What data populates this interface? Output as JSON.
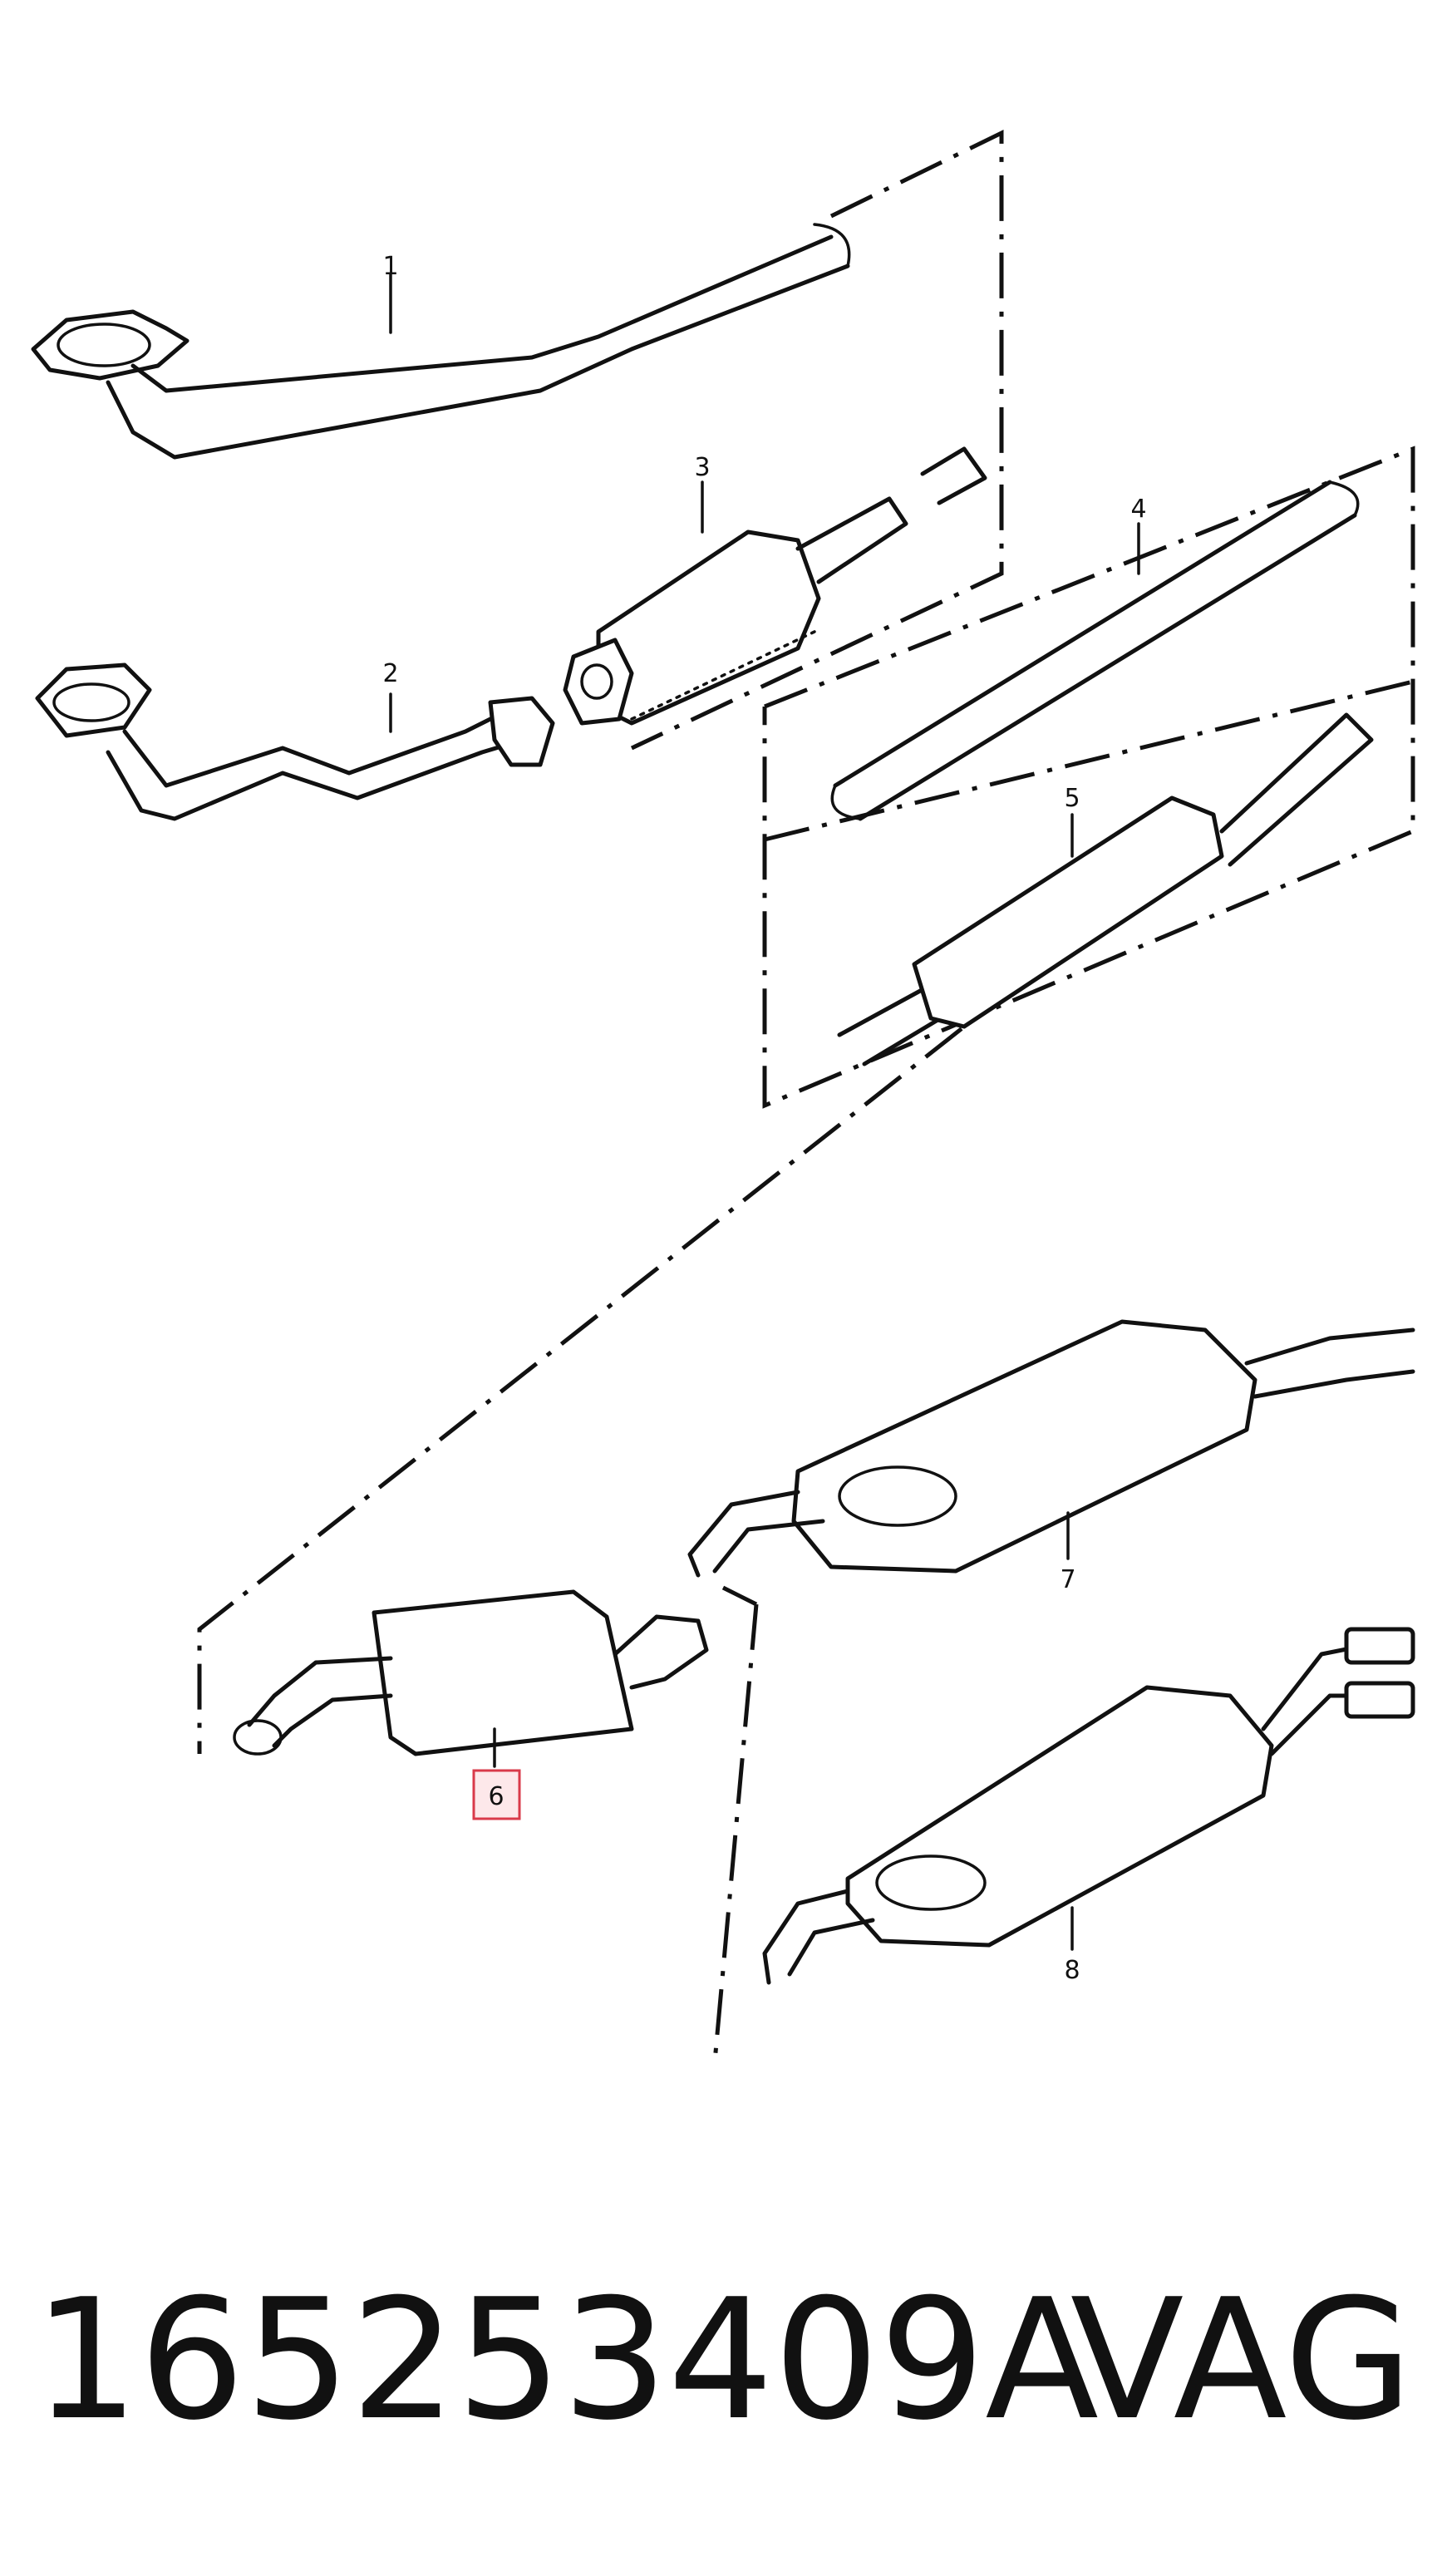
{
  "diagram": {
    "callouts": [
      {
        "id": "1",
        "label": "1"
      },
      {
        "id": "2",
        "label": "2"
      },
      {
        "id": "3",
        "label": "3"
      },
      {
        "id": "4",
        "label": "4"
      },
      {
        "id": "5",
        "label": "5"
      },
      {
        "id": "6",
        "label": "6",
        "highlighted": true
      },
      {
        "id": "7",
        "label": "7"
      },
      {
        "id": "8",
        "label": "8"
      }
    ],
    "highlight_color": "#d93a4a"
  },
  "footer": {
    "part_number": "165253409A",
    "brand": "VAG"
  }
}
